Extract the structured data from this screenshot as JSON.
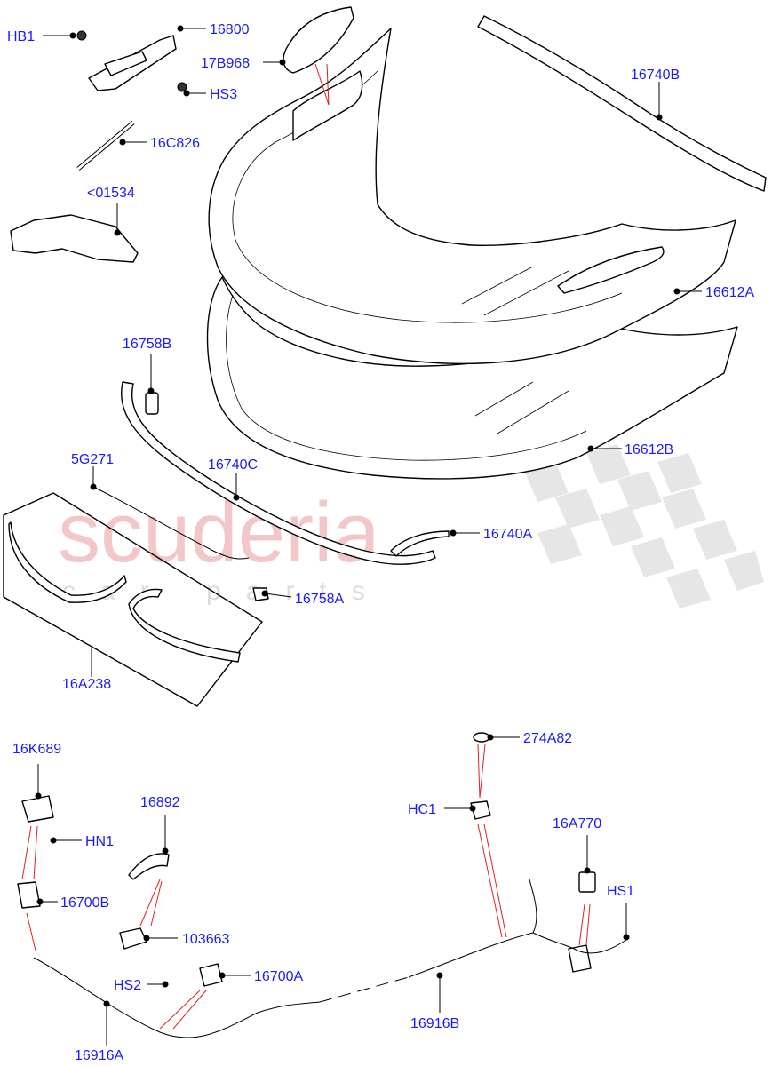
{
  "watermark": {
    "main": "scuderia",
    "sub": "car parts"
  },
  "labels": {
    "hb1": "HB1",
    "p16800": "16800",
    "p17b968": "17B968",
    "hs3": "HS3",
    "p16740b": "16740B",
    "p16c826": "16C826",
    "p01534": "<01534",
    "p16612a": "16612A",
    "p16758b": "16758B",
    "p16612b": "16612B",
    "p5g271": "5G271",
    "p16740c": "16740C",
    "p16740a": "16740A",
    "p16758a": "16758A",
    "p16a238": "16A238",
    "p274a82": "274A82",
    "p16k689": "16K689",
    "hc1": "HC1",
    "p16a770": "16A770",
    "p16892": "16892",
    "hn1": "HN1",
    "hs1": "HS1",
    "p16700b": "16700B",
    "p103663": "103663",
    "hs2": "HS2",
    "p16700a": "16700A",
    "p16916b": "16916B",
    "p16916a": "16916A"
  }
}
